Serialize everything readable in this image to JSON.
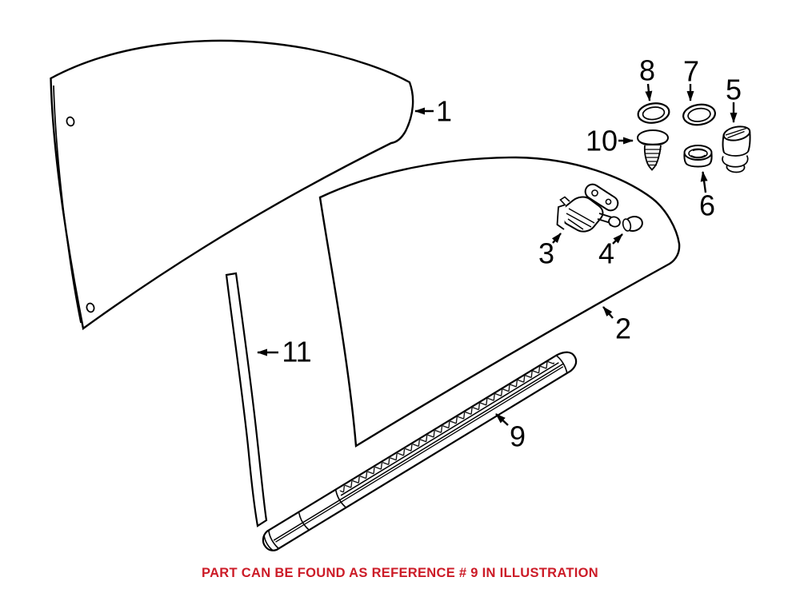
{
  "canvas": {
    "background": "#ffffff",
    "line_color": "#000000"
  },
  "callouts": [
    {
      "label": "1"
    },
    {
      "label": "2"
    },
    {
      "label": "3"
    },
    {
      "label": "4"
    },
    {
      "label": "5"
    },
    {
      "label": "6"
    },
    {
      "label": "7"
    },
    {
      "label": "8"
    },
    {
      "label": "9"
    },
    {
      "label": "10"
    },
    {
      "label": "11"
    }
  ],
  "notice": {
    "text": "PART CAN BE FOUND AS REFERENCE # 9 IN ILLUSTRATION",
    "referenced_label": "9",
    "color": "#cc1b27"
  }
}
